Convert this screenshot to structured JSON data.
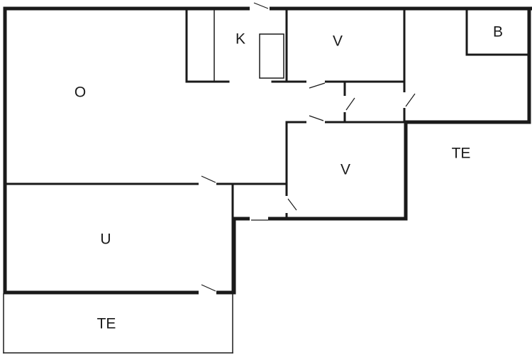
{
  "rooms": {
    "living": "O",
    "kitchen": "K",
    "bedroom_top": "V",
    "bedroom_mid": "V",
    "bathroom": "B",
    "utility": "U",
    "terrace_right": "TE",
    "terrace_bottom": "TE"
  },
  "colors": {
    "wall": "#1a1a1a",
    "background": "#ffffff"
  }
}
